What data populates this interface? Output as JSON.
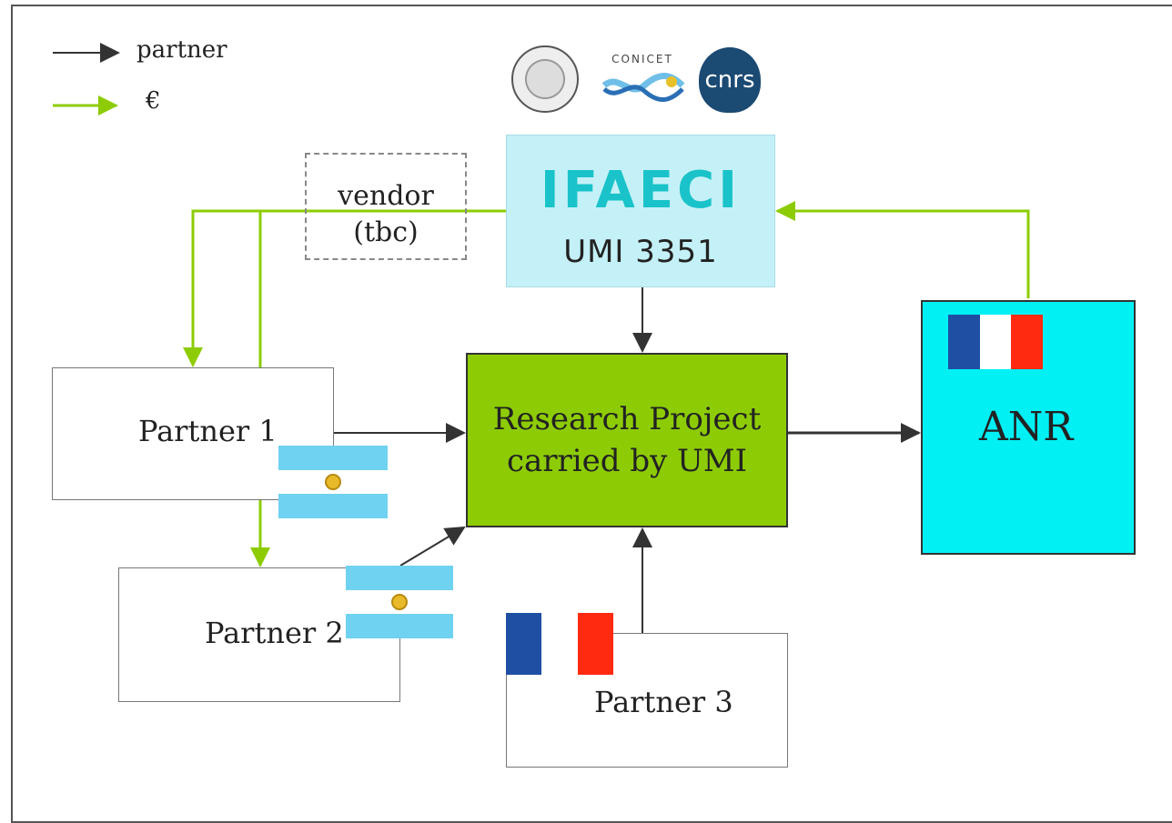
{
  "legend": {
    "partner_label": "partner",
    "money_label": "€"
  },
  "logos": {
    "conicet_text": "CONICET",
    "cnrs_text": "cnrs"
  },
  "nodes": {
    "vendor_line1": "vendor",
    "vendor_line2": "(tbc)",
    "ifaeci_title": "IFAECI",
    "ifaeci_subtitle": "UMI 3351",
    "research_line1": "Research Project",
    "research_line2": "carried by UMI",
    "anr": "ANR",
    "partner1": "Partner 1",
    "partner2": "Partner 2",
    "partner3": "Partner 3"
  },
  "colors": {
    "partner_arrow": "#333333",
    "money_arrow": "#8dcc05",
    "ifaeci_bg": "#c4f1f7",
    "research_bg": "#8dcc05",
    "anr_bg": "#00f0f4",
    "argentina_blue": "#6fd2f1",
    "france_blue": "#1f4fa3",
    "france_red": "#ff2a10"
  }
}
